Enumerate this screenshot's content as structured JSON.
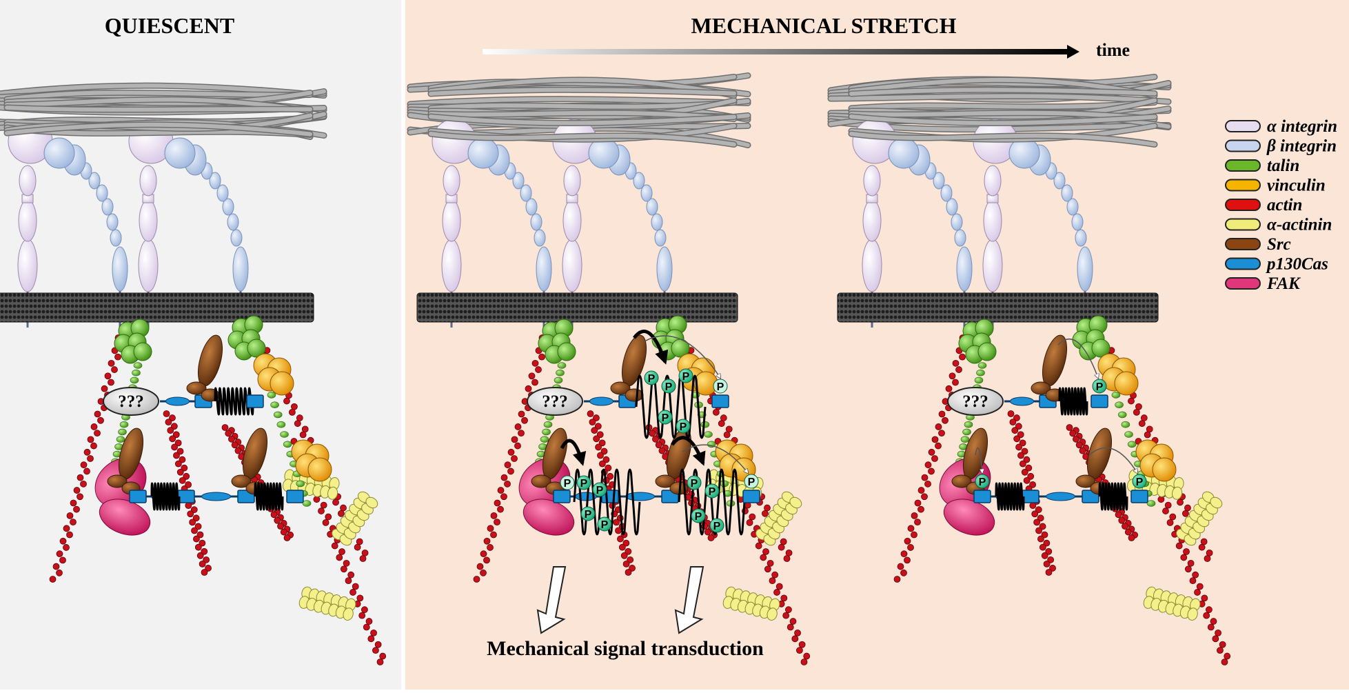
{
  "panels": {
    "quiescent_title": "QUIESCENT",
    "stretch_title": "MECHANICAL STRETCH",
    "time_label": "time",
    "caption": "Mechanical signal transduction",
    "unknown_label": "???",
    "phospho_label": "P"
  },
  "legend": [
    {
      "label": "α integrin",
      "color": "#e8dcf0"
    },
    {
      "label": "β integrin",
      "color": "#c7d6ee"
    },
    {
      "label": "talin",
      "color": "#6ab82a"
    },
    {
      "label": "vinculin",
      "color": "#f5b400"
    },
    {
      "label": "actin",
      "color": "#e01010"
    },
    {
      "label": "α-actinin",
      "color": "#f0ec7a"
    },
    {
      "label": "Src",
      "color": "#8b4513"
    },
    {
      "label": "p130Cas",
      "color": "#1b8fd6"
    },
    {
      "label": "FAK",
      "color": "#e0367a"
    }
  ],
  "colors": {
    "quiescent_bg": "#f2f2f2",
    "stretch_bg": "#fae5d7",
    "membrane": "#2a2a2a",
    "ecm_fibers": "#9a9a9a",
    "phospho": "#2ec493",
    "phospho_faded": "#b8efdc"
  }
}
